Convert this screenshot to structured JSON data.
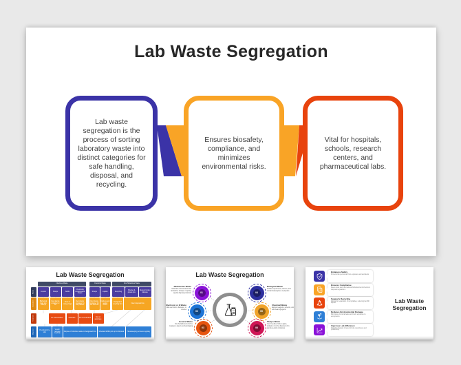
{
  "page": {
    "background_color": "#e9e9e9"
  },
  "main_slide": {
    "title": "Lab Waste Segregation",
    "cards": [
      {
        "border_color": "#3B33A7",
        "text": "Lab waste segregation is the process of sorting laboratory waste into distinct categories for safe handling, disposal, and recycling."
      },
      {
        "border_color": "#F9A426",
        "text": "Ensures biosafety, compliance, and minimizes environmental risks."
      },
      {
        "border_color": "#E8430D",
        "text": "Vital for hospitals, schools, research centers, and pharmaceutical labs."
      }
    ],
    "connectors": [
      {
        "left_color": "#3B33A7",
        "right_color": "#F9A426"
      },
      {
        "left_color": "#F9A426",
        "right_color": "#E8430D"
      }
    ]
  },
  "thumbnails": [
    {
      "title": "Lab Waste Segregation",
      "layout": "classification-table",
      "header_color": "#3F4A66",
      "column_groups": [
        "Infectious Waste",
        "Chemical Waste",
        "Non-Hazardous Waste"
      ],
      "row_labels": [
        {
          "label": "Waste",
          "color": "#343F5E"
        },
        {
          "label": "Containers",
          "color": "#DE8A13"
        },
        {
          "label": "Treatment",
          "color": "#C13A0C"
        },
        {
          "label": "Disposal",
          "color": "#1D66B8"
        }
      ],
      "rows": [
        {
          "color": "#4A3CA0",
          "cells": [
            "Liquids",
            "Sharps",
            "Solids",
            "Chemically contaminated sharps",
            "Sharps",
            "Liquids",
            "Recycling",
            "Pipettes & pipette tips",
            "Glass & broken labware"
          ]
        },
        {
          "color": "#F6A623",
          "cells": [
            "Biohazard bags into carboys",
            "Red sharps container or bin",
            "Store in orange bags",
            "Red sharps container for soft plastics",
            "Red sharps container for lab solvents",
            "Carboys and sealed drums",
            "Designated recycling bins",
            "Clear disposal bins"
          ]
        },
        {
          "color": "#E84B12",
          "cells": [
            "Do not autoclave",
            "Autoclave",
            "Do not autoclave",
            "Do not autoclave"
          ]
        },
        {
          "color": "#2E7FD6",
          "cells": [
            "Pour down the sink",
            "Vendor removal regularly",
            "Dispose of infectious waste in designated bins",
            "Schedule EH&S pick up for disposal",
            "Housekeeping removes regularly"
          ]
        }
      ]
    },
    {
      "title": "Lab Waste Segregation",
      "layout": "hub-cycle",
      "center_icon": "lab-glassware-icon",
      "items": [
        {
          "number": "01",
          "color": "#8A12D8",
          "side": "left",
          "label": "Radioactive Waste",
          "desc": "Materials contaminated with radioactive isotopes requiring special disposal protocols"
        },
        {
          "number": "02",
          "color": "#1D74D6",
          "side": "left",
          "label": "Electronic or E-Waste",
          "desc": "Used lab electronics, batteries, or devices"
        },
        {
          "number": "03",
          "color": "#E65410",
          "side": "left",
          "label": "General Waste",
          "desc": "Non-hazardous items like wrappers, papers, and packaging"
        },
        {
          "number": "04",
          "color": "#2D2F9E",
          "side": "right",
          "label": "Biological Waste",
          "desc": "Includes specimens, cultures, and contaminated gloves or pipettes"
        },
        {
          "number": "05",
          "color": "#F0A32A",
          "side": "right",
          "label": "Chemical Waste",
          "desc": "Expired reagents, solvents, acids, and cleaning agents"
        },
        {
          "number": "06",
          "color": "#CF1555",
          "side": "right",
          "label": "Sharps Waste",
          "desc": "Used needles, broken glass, scalpels; must be disposed of in puncture-proof containers"
        }
      ]
    },
    {
      "title_line1": "Lab Waste",
      "title_line2": "Segregation",
      "layout": "benefit-list",
      "items": [
        {
          "color": "#3B33A7",
          "icon": "shield-check-icon",
          "label": "Enhances Safety",
          "desc": "Protects lab personnel from exposure and accidents"
        },
        {
          "color": "#F9A426",
          "icon": "documents-icon",
          "label": "Ensures Compliance",
          "desc": "Meets local and international biohazard and chemical disposal regulations"
        },
        {
          "color": "#E8430D",
          "icon": "recycle-icon",
          "label": "Supports Recycling",
          "desc": "Allows for separation of recyclables, reducing landfill impact"
        },
        {
          "color": "#2E7FD6",
          "icon": "eco-hand-icon",
          "label": "Reduces Environmental Damage",
          "desc": "Minimizes chemical leaks and toxic exposure to ecosystems"
        },
        {
          "color": "#8A12D8",
          "icon": "growth-chart-icon",
          "label": "Improves Lab Efficiency",
          "desc": "Organized waste zones promote cleanliness and productivity"
        }
      ]
    }
  ]
}
